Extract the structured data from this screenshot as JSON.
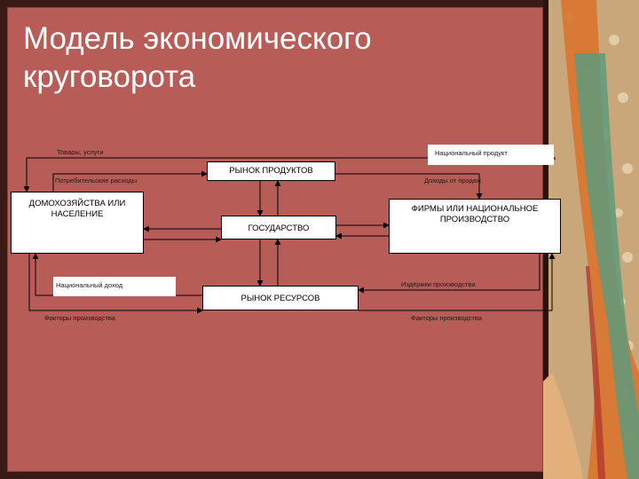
{
  "slide": {
    "title": "Модель экономического\nкруговорота"
  },
  "diagram": {
    "nodes": {
      "product_market": "РЫНОК ПРОДУКТОВ",
      "households": "ДОМОХОЗЯЙСТВА ИЛИ НАСЕЛЕНИЕ",
      "firms": "ФИРМЫ ИЛИ НАЦИОНАЛЬНОЕ ПРОИЗВОДСТВО",
      "government": "ГОСУДАРСТВО",
      "resource_market": "РЫНОК РЕСУРСОВ"
    },
    "flow_labels": {
      "goods_services": "Товары, услуги",
      "national_product": "Национальный продукт",
      "consumer_spending": "Потребительские расходы",
      "sales_revenue": "Доходы от продаж",
      "national_income": "Национальный доход",
      "production_costs": "Издержки производства",
      "factors_left": "Факторы производства",
      "factors_right": "Факторы производства"
    }
  },
  "colors": {
    "background": "#b85c57",
    "frame": "#3a1a14",
    "text_title": "#ffffff",
    "box_fill": "#ffffff",
    "line": "#000000"
  }
}
